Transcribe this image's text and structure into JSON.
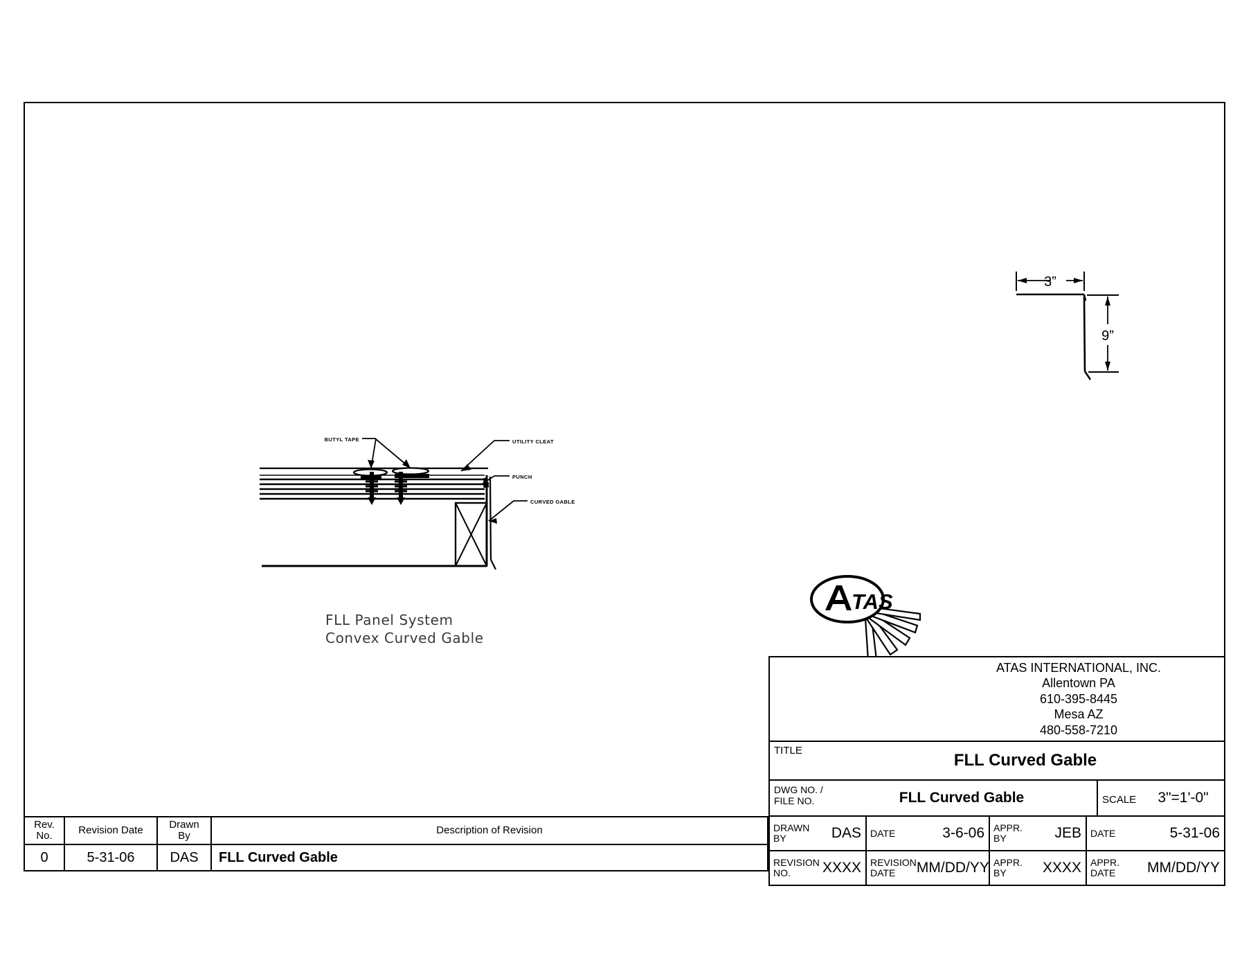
{
  "sheet": {
    "note_lines": "FLL Panel System\nConvex Curved Gable"
  },
  "detail": {
    "callouts": [
      {
        "id": "butyl-tape",
        "label": "BUTYL TAPE"
      },
      {
        "id": "utility-cleat",
        "label": "UTILITY CLEAT"
      },
      {
        "id": "punch",
        "label": "PUNCH"
      },
      {
        "id": "curved-gable",
        "label": "CURVED GABLE"
      }
    ]
  },
  "profile": {
    "dim_horizontal": "3”",
    "dim_vertical": "9”"
  },
  "title_block": {
    "company": {
      "name": "ATAS INTERNATIONAL, INC.",
      "city1": "Allentown PA",
      "phone1": "610-395-8445",
      "city2": "Mesa AZ",
      "phone2": "480-558-7210",
      "logo_text": "ATAS"
    },
    "title_label": "TITLE",
    "title_value": "FLL Curved Gable",
    "dwg_label": "DWG NO. /\nFILE NO.",
    "dwg_value": "FLL Curved Gable",
    "scale_label": "SCALE",
    "scale_value": "3\"=1'-0\"",
    "drawn_by_label": "DRAWN\nBY",
    "drawn_by_value": "DAS",
    "date_label": "DATE",
    "date_value": "3-6-06",
    "appr_by_label": "APPR.\nBY",
    "appr_by_value": "JEB",
    "appr_date_label": "DATE",
    "appr_date_value": "5-31-06",
    "revision_no_label": "REVISION\nNO.",
    "revision_no_value": "XXXX",
    "revision_date_label": "REVISION\nDATE",
    "revision_date_value": "MM/DD/YY",
    "rev_appr_by_label": "APPR.\nBY",
    "rev_appr_by_value": "XXXX",
    "rev_appr_date_label": "APPR.\nDATE",
    "rev_appr_date_value": "MM/DD/YY"
  },
  "revision_table": {
    "headers": {
      "rev_no": "Rev.\nNo.",
      "revision_date": "Revision Date",
      "drawn_by": "Drawn\nBy",
      "description": "Description of Revision"
    },
    "rows": [
      {
        "rev_no": "0",
        "revision_date": "5-31-06",
        "drawn_by": "DAS",
        "description": "FLL Curved Gable"
      }
    ]
  },
  "colors": {
    "ink": "#000000",
    "paper": "#ffffff",
    "note_ink": "#3a3a3a"
  }
}
